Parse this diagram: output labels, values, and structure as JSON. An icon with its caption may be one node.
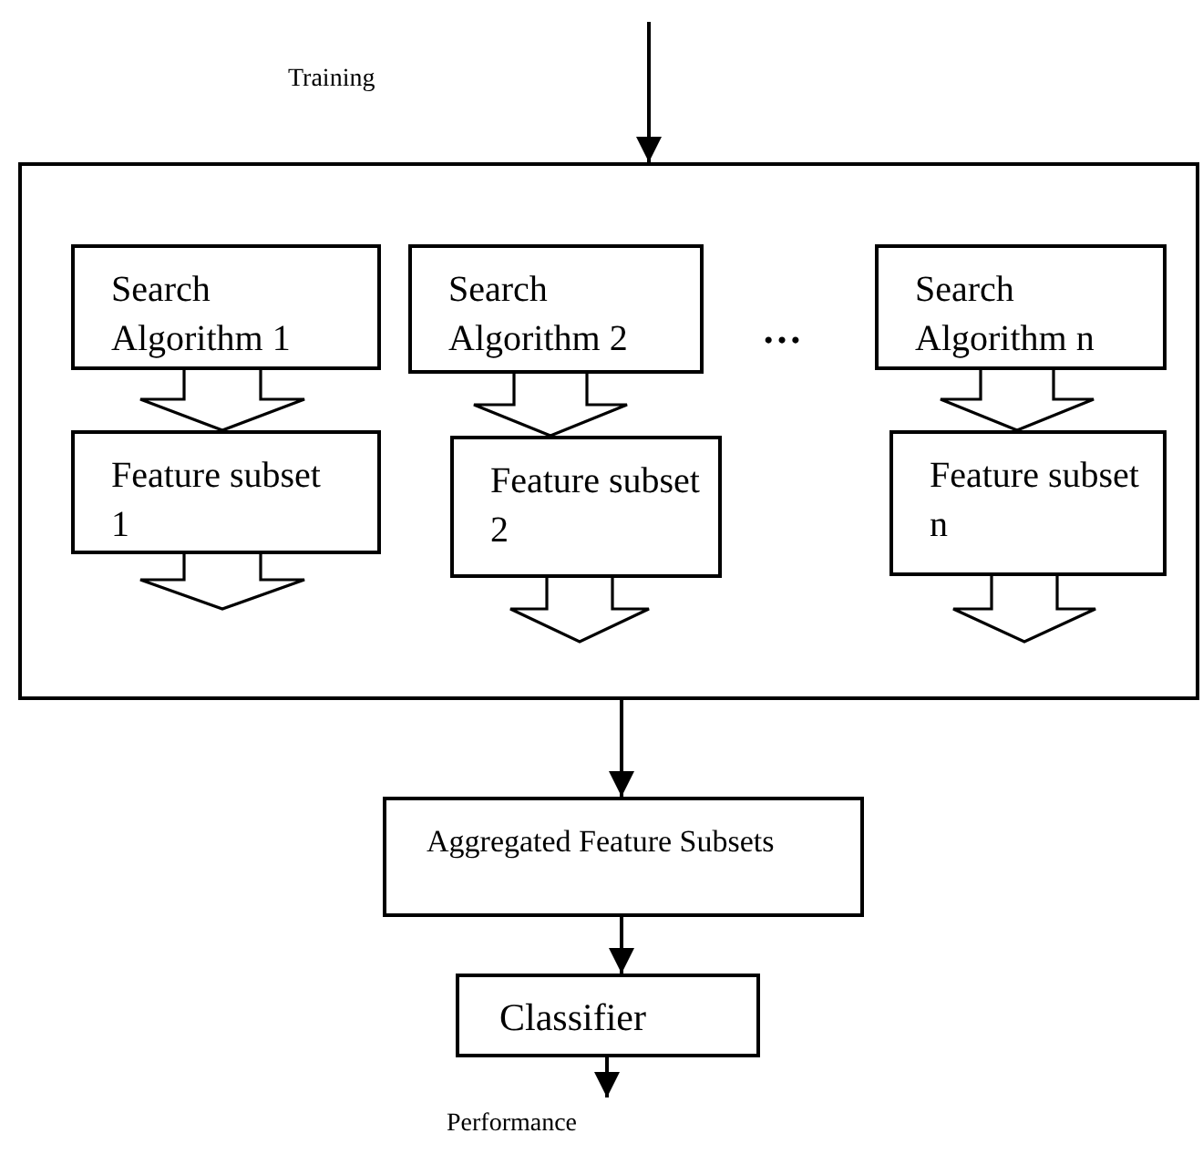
{
  "diagram": {
    "nodes": [
      {
        "text": [],
        "shape": "box"
      },
      {
        "text": [
          "Search Algorithm 1"
        ],
        "in": 0
      },
      {
        "text": [
          "Feature subset 1"
        ],
        "in": 0
      },
      {
        "text": [
          "Search Algorithm 2"
        ],
        "in": 0
      },
      {
        "text": [
          "Feature subset 2"
        ],
        "in": 0
      },
      {
        "text": [
          "Search Algorithm n"
        ],
        "in": 0
      },
      {
        "text": [
          "Feature subset n"
        ],
        "in": 0
      },
      {
        "text": [
          "Aggregated Feature Subsets"
        ]
      },
      {
        "text": [
          "Classifier"
        ]
      }
    ],
    "edges": [
      {
        "from": null,
        "to": 0,
        "arrow": "to"
      },
      {
        "from": 1,
        "to": 2,
        "arrow": "to",
        "style": "thick"
      },
      {
        "from": 3,
        "to": 4,
        "arrow": "to",
        "style": "thick"
      },
      {
        "from": 5,
        "to": 6,
        "arrow": "to",
        "style": "thick"
      },
      {
        "from": 2,
        "to": null,
        "arrow": "to",
        "style": "thick"
      },
      {
        "from": 4,
        "to": null,
        "arrow": "to",
        "style": "thick"
      },
      {
        "from": 6,
        "to": null,
        "arrow": "to",
        "style": "thick"
      },
      {
        "from": 0,
        "to": 7,
        "arrow": "to"
      },
      {
        "from": 7,
        "to": 8,
        "arrow": "to"
      },
      {
        "from": 8,
        "to": null,
        "arrow": "to"
      }
    ],
    "labels": [
      "Training",
      "…",
      "Performance"
    ]
  }
}
